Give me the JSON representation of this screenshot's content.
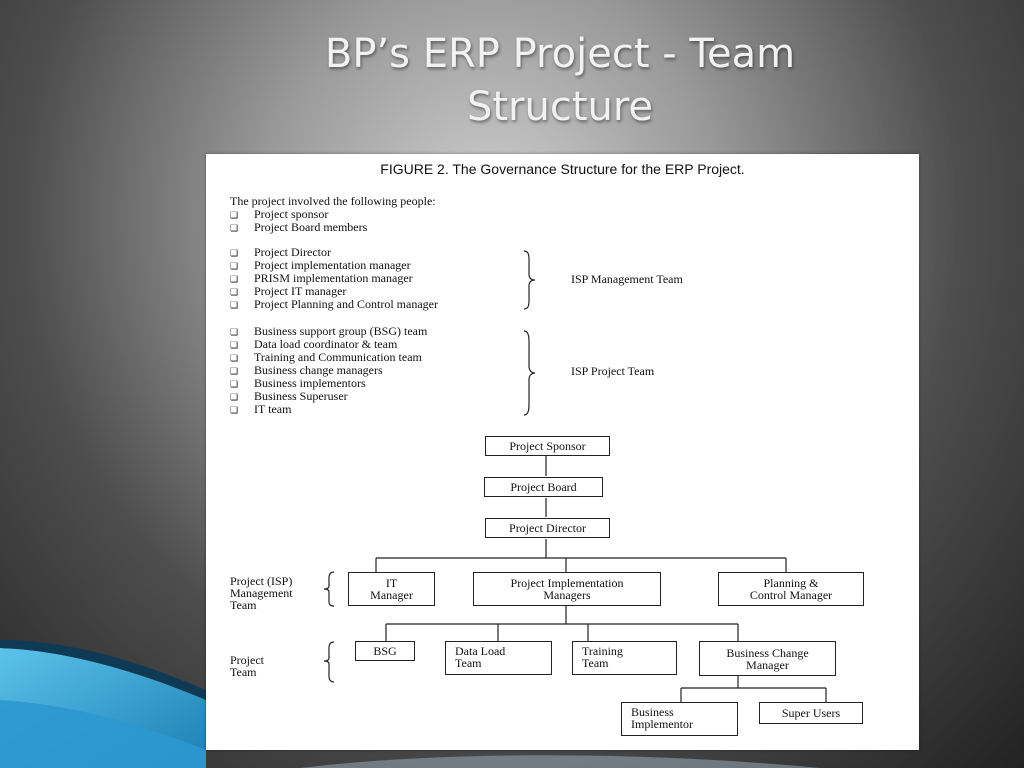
{
  "slide": {
    "title_line1": "BP’s ERP Project - Team",
    "title_line2": "Structure"
  },
  "figure": {
    "caption": "FIGURE 2. The Governance Structure for the ERP Project.",
    "intro": "The project involved the following people:",
    "bullet_glyph": "❏",
    "groups": [
      {
        "items": [
          "Project sponsor",
          "Project Board members"
        ],
        "label": ""
      },
      {
        "items": [
          "Project Director",
          "Project implementation manager",
          "PRISM implementation manager",
          "Project IT manager",
          "Project Planning and Control manager"
        ],
        "label": "ISP Management Team"
      },
      {
        "items": [
          "Business support group (BSG) team",
          "Data load coordinator & team",
          "Training and Communication team",
          "Business change managers",
          "Business implementors",
          "Business Superuser",
          "IT team"
        ],
        "label": "ISP Project Team"
      }
    ]
  },
  "org_chart": {
    "project_sponsor": "Project Sponsor",
    "project_board": "Project Board",
    "project_director": "Project Director",
    "it_manager": "IT\nManager",
    "pim": "Project Implementation\nManagers",
    "pcm": "Planning &\nControl Manager",
    "bsg": "BSG",
    "data_load": "Data Load\nTeam",
    "training": "Training\nTeam",
    "bcm": "Business Change\nManager",
    "business_implementor": "Business\nImplementor",
    "super_users": "Super Users",
    "mgmt_label": "Project (ISP)\nManagement\nTeam",
    "team_label": "Project\nTeam"
  },
  "colors": {
    "accent_blue": "#3fa7d6",
    "dark_blue": "#0e3a56"
  }
}
